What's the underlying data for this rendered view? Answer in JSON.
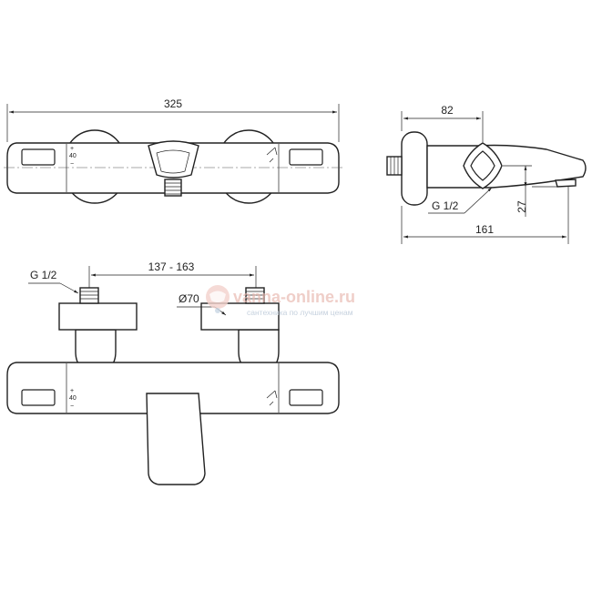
{
  "dimensions": {
    "overall_width": "325",
    "side_depth": "82",
    "side_connection": "G 1/2",
    "side_height": "27",
    "side_length": "161",
    "front_connection": "G 1/2",
    "center_distance": "137 - 163",
    "escutcheon_diameter": "Ø70"
  },
  "symbols": {
    "plus": "+",
    "minus": "−",
    "eco": "40"
  },
  "watermark": {
    "title": "vanna-online.ru",
    "subtitle": "сантехника по лучшим ценам"
  }
}
